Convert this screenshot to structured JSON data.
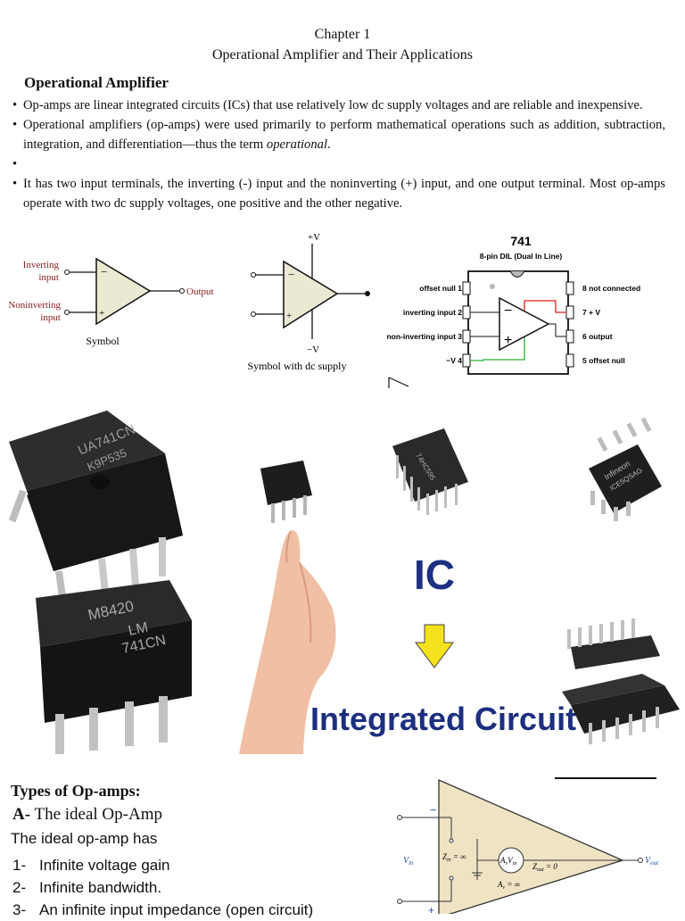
{
  "header": {
    "chapter": "Chapter 1",
    "title": "Operational Amplifier and Their Applications"
  },
  "section": {
    "heading": "Operational Amplifier",
    "bullets": [
      "Op-amps are linear integrated circuits (ICs) that use relatively low dc supply voltages and are reliable and inexpensive.",
      "Operational amplifiers (op-amps) were used primarily to perform mathematical operations such as addition, subtraction, integration, and differentiation—thus the term ",
      "",
      "It has two input terminals, the inverting (-) input and the noninverting (+) input, and one output terminal. Most op-amps operate with two dc supply voltages, one positive and the other negative."
    ],
    "bullet2_italic": "operational",
    "bullet2_end": "."
  },
  "symbol1": {
    "inverting": "Inverting",
    "inverting2": "input",
    "noninverting": "Noninverting",
    "noninverting2": "input",
    "output": "Output",
    "minus": "−",
    "plus": "+",
    "caption": "Symbol"
  },
  "symbol2": {
    "vplus": "+V",
    "vminus": "−V",
    "minus": "−",
    "plus": "+",
    "caption": "Symbol with dc supply"
  },
  "pinout": {
    "title": "741",
    "subtitle": "8-pin DIL (Dual In Line)",
    "left_pins": [
      "offset null 1",
      "inverting input 2",
      "non-inverting input 3",
      "−V 4"
    ],
    "right_pins": [
      "8  not connected",
      "7  + V",
      "6  output",
      "5  offset null"
    ],
    "minus": "−",
    "plus": "+"
  },
  "photo": {
    "chip1_line1": "UA741CN",
    "chip1_line2": "K9P535",
    "chip2_line1": "M8420",
    "chip2_line2": "LM",
    "chip2_line3": "741CN",
    "chip_small": "74HC595",
    "chip_infineon1": "Infineon",
    "chip_infineon2": "ICE5QSAG",
    "ic_label": "IC",
    "integrated_I": "I",
    "integrated_rest": "ntegrated ",
    "circuit_C": "C",
    "circuit_rest": "ircuit"
  },
  "types": {
    "heading": "Types of Op-amps:",
    "subheading_prefix": "A-",
    "subheading": " The ideal Op-Amp",
    "intro": "The ideal op-amp has",
    "items": [
      {
        "num": "1-",
        "text": "Infinite voltage gain"
      },
      {
        "num": "2-",
        "text": "Infinite bandwidth."
      },
      {
        "num": "3-",
        "text": "An infinite input impedance (open circuit)"
      }
    ]
  },
  "ideal_diagram": {
    "minus": "−",
    "plus": "+",
    "vin": "V",
    "vin_sub": "in",
    "zin": "Z",
    "zin_sub": "in",
    "zin_val": " = ∞",
    "avvin": "A",
    "avvin_sub": "v",
    "avvin_rest": "V",
    "avvin_sub2": "in",
    "zout": "Z",
    "zout_sub": "out",
    "zout_val": " = 0",
    "av": "A",
    "av_sub": "v",
    "av_val": " = ∞",
    "vout": "V",
    "vout_sub": "out"
  },
  "colors": {
    "opamp_fill": "#ece9d3",
    "ideal_fill": "#efe3c4",
    "label_red": "#8b1a1a",
    "ic_blue": "#1c2f80",
    "arrow_yellow": "#f3e21c",
    "pin_red": "#e02020",
    "pin_green": "#29b034"
  }
}
